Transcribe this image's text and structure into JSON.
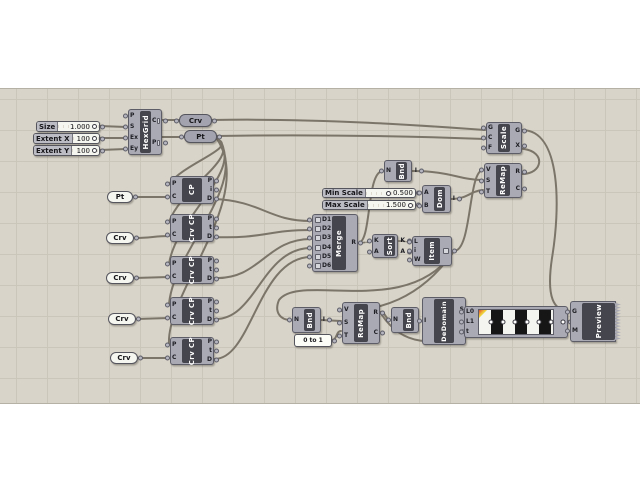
{
  "colors": {
    "canvas": "#d8d4c9",
    "grid": "#cac6ba",
    "wire": "#7b7468",
    "component_body": "#aaaab5",
    "component_bar": "#45454d",
    "stripe_black": "#161616",
    "stripe_white": "#f4f4f0"
  },
  "sliders": {
    "size": {
      "name": "Size",
      "value": "1.000"
    },
    "extent_x": {
      "name": "Extent X",
      "value": "100"
    },
    "extent_y": {
      "name": "Extent Y",
      "value": "100"
    },
    "min_scale": {
      "name": "Min Scale",
      "value": "0.500"
    },
    "max_scale": {
      "name": "Max Scale",
      "value": "1.500"
    }
  },
  "params": {
    "crv_cells": "Crv",
    "pt_grid": "Pt",
    "pt_attractor": "Pt",
    "crv_a": "Crv",
    "crv_b": "Crv",
    "crv_c": "Crv",
    "crv_d": "Crv"
  },
  "panel": {
    "text": "0 to 1"
  },
  "nodes": {
    "hexgrid": {
      "label": "HexGrid",
      "in": [
        "P",
        "S",
        "Ex",
        "Ey"
      ],
      "out": [
        "C",
        "P"
      ]
    },
    "cp": {
      "label": "CP",
      "in": [
        "P",
        "C"
      ],
      "out": [
        "P",
        "i",
        "D"
      ]
    },
    "crvcp_a": {
      "label": "Crv CP",
      "in": [
        "P",
        "C"
      ],
      "out": [
        "P",
        "t",
        "D"
      ]
    },
    "crvcp_b": {
      "label": "Crv CP",
      "in": [
        "P",
        "C"
      ],
      "out": [
        "P",
        "t",
        "D"
      ]
    },
    "crvcp_c": {
      "label": "Crv CP",
      "in": [
        "P",
        "C"
      ],
      "out": [
        "P",
        "t",
        "D"
      ]
    },
    "crvcp_d": {
      "label": "Crv CP",
      "in": [
        "P",
        "C"
      ],
      "out": [
        "P",
        "t",
        "D"
      ]
    },
    "merge": {
      "label": "Merge",
      "in": [
        "D1",
        "D2",
        "D3",
        "D4",
        "D5",
        "D6"
      ],
      "out": [
        "R"
      ]
    },
    "sort": {
      "label": "Sort",
      "in": [
        "K",
        "A"
      ],
      "out": [
        "K",
        "A"
      ]
    },
    "item": {
      "label": "Item",
      "in": [
        "L",
        "i",
        "W"
      ]
    },
    "bnd_top": {
      "label": "Bnd",
      "in": [
        "N"
      ],
      "out": [
        "I"
      ]
    },
    "dom": {
      "label": "Dom",
      "in": [
        "A",
        "B"
      ],
      "out": [
        "I"
      ]
    },
    "remap_top": {
      "label": "ReMap",
      "in": [
        "V",
        "S",
        "T"
      ],
      "out": [
        "R",
        "C"
      ]
    },
    "scale": {
      "label": "Scale",
      "in": [
        "G",
        "C",
        "F"
      ],
      "out": [
        "G",
        "X"
      ]
    },
    "bnd_mid": {
      "label": "Bnd",
      "in": [
        "N"
      ],
      "out": [
        "I"
      ]
    },
    "remap_bottom": {
      "label": "ReMap",
      "in": [
        "V",
        "S",
        "T"
      ],
      "out": [
        "R",
        "C"
      ]
    },
    "bnd_bottom": {
      "label": "Bnd",
      "in": [
        "N"
      ],
      "out": [
        "I"
      ]
    },
    "dedomain": {
      "label": "DeDomain",
      "in": [
        "I"
      ],
      "out": [
        "S",
        "E"
      ]
    },
    "gradient": {
      "in": [
        "L0",
        "L1",
        "t"
      ]
    },
    "preview": {
      "label": "Preview",
      "in": [
        "G",
        "M"
      ]
    }
  }
}
